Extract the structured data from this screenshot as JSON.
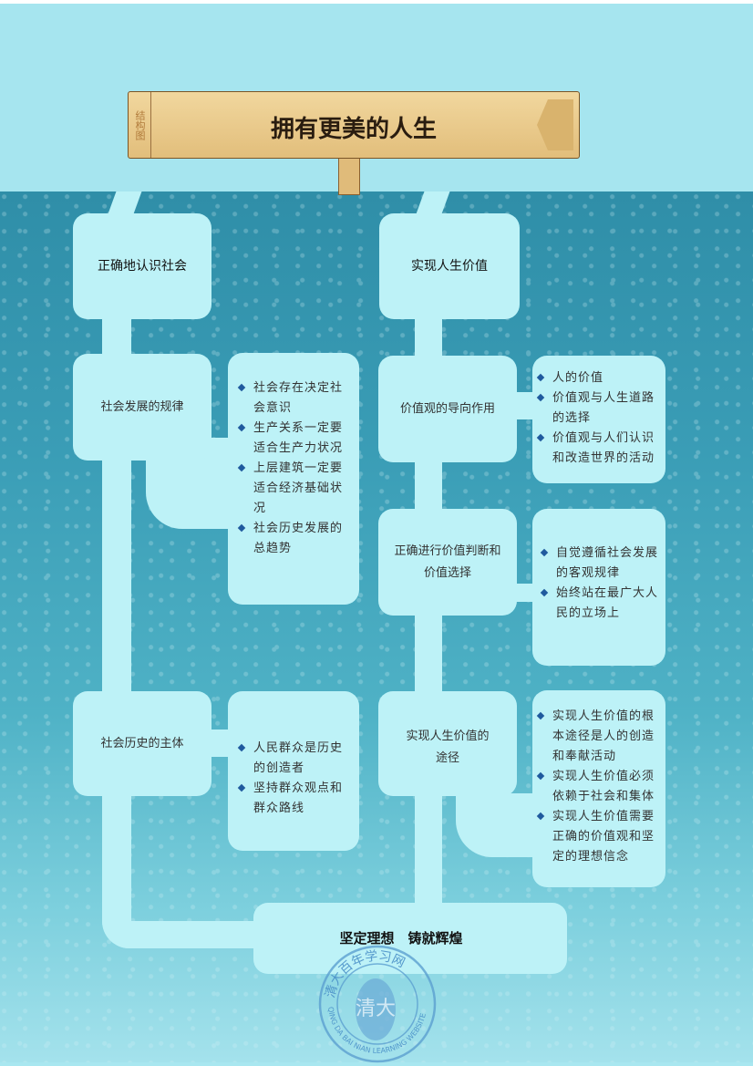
{
  "sign": {
    "tag": "结构图",
    "title": "拥有更美的人生"
  },
  "left": {
    "header": "正确地认识社会",
    "nodes": [
      {
        "label": "社会发展的规律",
        "bullets": [
          "社会存在决定社会意识",
          "生产关系一定要适合生产力状况",
          "上层建筑一定要适合经济基础状况",
          "社会历史发展的总趋势"
        ]
      },
      {
        "label": "社会历史的主体",
        "bullets": [
          "人民群众是历史的创造者",
          "坚持群众观点和群众路线"
        ]
      }
    ]
  },
  "right": {
    "header": "实现人生价值",
    "nodes": [
      {
        "label": "价值观的导向作用",
        "bullets": [
          "人的价值",
          "价值观与人生道路的选择",
          "价值观与人们认识和改造世界的活动"
        ]
      },
      {
        "label": "正确进行价值判断和价值选择",
        "bullets": [
          "自觉遵循社会发展的客观规律",
          "始终站在最广大人民的立场上"
        ]
      },
      {
        "label": "实现人生价值的途径",
        "bullets": [
          "实现人生价值的根本途径是人的创造和奉献活动",
          "实现人生价值必须依赖于社会和集体",
          "实现人生价值需要正确的价值观和坚定的理想信念"
        ]
      }
    ]
  },
  "conclusion": "坚定理想　铸就辉煌",
  "watermark": {
    "top_text": "清大百年学习网",
    "bottom_text": "QING DA BAI NIAN LEARNING WEBSITE",
    "center": "清大"
  },
  "colors": {
    "box": "#bdf2f7",
    "background_top": "#a6e5ef",
    "background_textured": "#3a9db6",
    "bullet": "#1f5a9e"
  }
}
